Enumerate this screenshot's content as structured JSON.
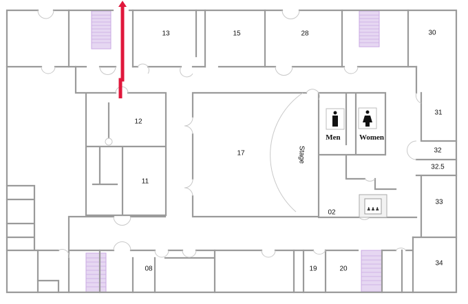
{
  "rooms": {
    "r13": "13",
    "r15": "15",
    "r28": "28",
    "r30": "30",
    "r12": "12",
    "r17": "17",
    "r11": "11",
    "r31": "31",
    "r32": "32",
    "r32_5": "32.5",
    "r33": "33",
    "r34": "34",
    "r02": "02",
    "r08": "08",
    "r19": "19",
    "r20": "20"
  },
  "stage_label": "Stage",
  "restrooms": {
    "men": "Men",
    "women": "Women"
  },
  "colors": {
    "route": "#e0183c",
    "stairs": "#e6d7f2",
    "walls": "#9a9a9a"
  },
  "icons": [
    "stairs-icon",
    "elevator-icon",
    "men-restroom-icon",
    "women-restroom-icon",
    "route-arrow-icon"
  ]
}
